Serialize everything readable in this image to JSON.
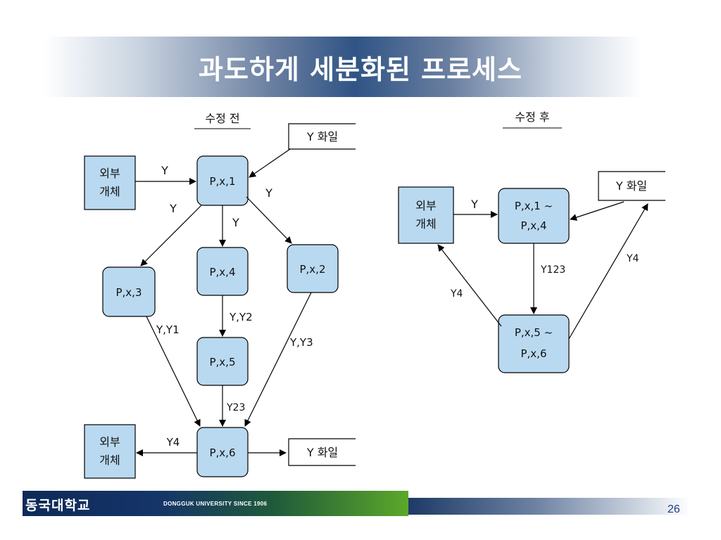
{
  "slide": {
    "title": "과도하게 세분화된 프로세스",
    "page_number": "26",
    "footer_logo": "동국대학교",
    "footer_subtitle": "DONGGUK UNIVERSITY SINCE 1906"
  },
  "before": {
    "caption": "수정 전",
    "ext_top": [
      "외부",
      "개체"
    ],
    "ext_bottom": [
      "외부",
      "개체"
    ],
    "file_top": "Y 화일",
    "file_bottom": "Y 화일",
    "p1": "P,x,1",
    "p2": "P,x,2",
    "p3": "P,x,3",
    "p4": "P,x,4",
    "p5": "P,x,5",
    "p6": "P,x,6",
    "labels": {
      "ext_to_p1": "Y",
      "p1_to_p3": "Y",
      "p1_to_p4": "Y",
      "p1_to_p2": "Y",
      "p4_to_p5": "Y,Y2",
      "p3_to_p6": "Y,Y1",
      "p2_to_p6": "Y,Y3",
      "p5_to_p6": "Y23",
      "p6_to_ext": "Y4"
    }
  },
  "after": {
    "caption": "수정 후",
    "ext": [
      "외부",
      "개체"
    ],
    "file": "Y 화일",
    "pa": [
      "P,x,1 ~",
      "P,x,4"
    ],
    "pb": [
      "P,x,5 ~",
      "P,x,6"
    ],
    "labels": {
      "ext_to_pa": "Y",
      "pa_to_pb": "Y123",
      "pb_to_ext": "Y4",
      "pb_to_file": "Y4"
    }
  },
  "colors": {
    "process_fill": "#b9d9f0",
    "title_bar": "#2f5485",
    "page_number": "#1d3b8c",
    "footer_green": "#5ca82a"
  }
}
